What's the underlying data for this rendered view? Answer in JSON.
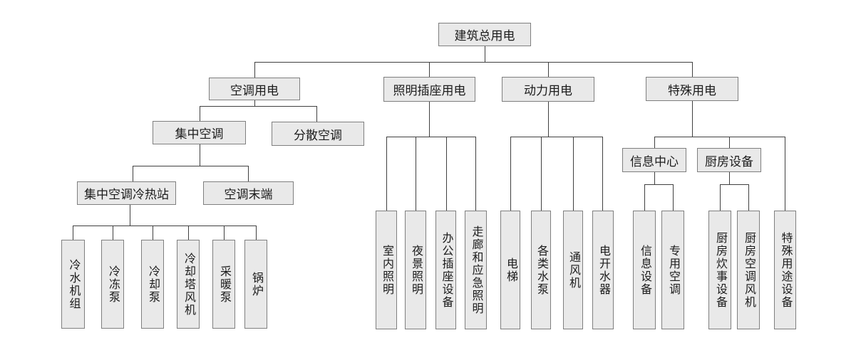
{
  "diagram": {
    "type": "tree",
    "root_label": "建筑总用电"
  },
  "colors": {
    "background": "#ffffff",
    "box_fill": "#e9e9e9",
    "box_border": "#7f7f7f",
    "connector_line": "#404040",
    "text": "#1c1c1c"
  },
  "nodes": {
    "root": "建筑总用电",
    "hvac_power": "空调用电",
    "lighting_socket_power": "照明插座用电",
    "motive_power": "动力用电",
    "special_power": "特殊用电",
    "central_ac": "集中空调",
    "distributed_ac": "分散空调",
    "central_ac_plant": "集中空调冷热站",
    "ac_terminal": "空调末端",
    "chiller_unit": "冷水机组",
    "chilled_water_pump": "冷冻泵",
    "cooling_water_pump": "冷却泵",
    "cooling_tower_fan": "冷却塔风机",
    "heating_pump": "采暖泵",
    "boiler": "锅炉",
    "indoor_lighting": "室内照明",
    "nightscape_lighting": "夜景照明",
    "office_socket_equipment": "办公插座设备",
    "corridor_emergency_lighting": "走廊和应急照明",
    "elevator": "电梯",
    "water_pumps": "各类水泵",
    "ventilation_fan": "通风机",
    "electric_water_heater": "电开水器",
    "info_center": "信息中心",
    "kitchen_equipment": "厨房设备",
    "info_equipment": "信息设备",
    "dedicated_ac": "专用空调",
    "kitchen_cooking_equipment": "厨房炊事设备",
    "kitchen_ac_fan": "厨房空调风机",
    "special_purpose_equipment": "特殊用途设备"
  }
}
